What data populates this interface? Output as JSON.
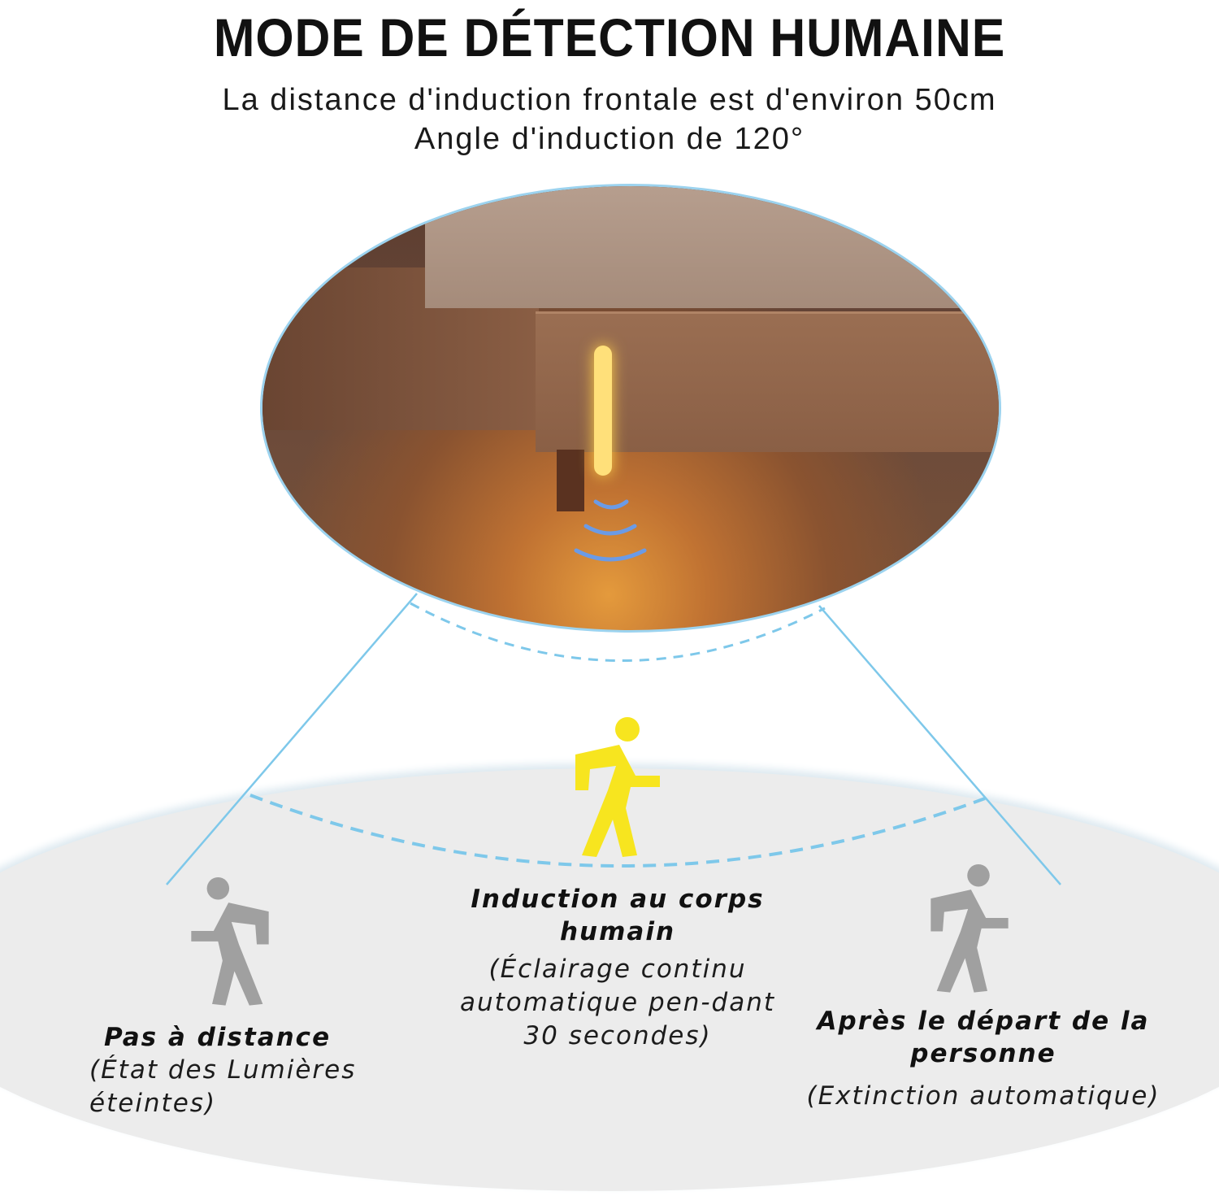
{
  "header": {
    "title": "MODE DE DÉTECTION HUMAINE",
    "subtitle_line1": "La distance d'induction frontale est d'environ 50cm",
    "subtitle_line2": "Angle d'induction de 120°"
  },
  "illustration": {
    "subject": "upholstered bed with sensor-activated LED light strip",
    "icons": [
      "bed-photo",
      "sensor-wave-icon",
      "detection-cone",
      "walking-person-icon"
    ]
  },
  "states": [
    {
      "title": "Pas à distance",
      "description": "(État des Lumières éteintes)",
      "figure_color": "#a0a0a0"
    },
    {
      "title": "Induction au corps humain",
      "description": "(Éclairage continu automatique pen-dant 30 secondes)",
      "figure_color": "#f7e51f"
    },
    {
      "title": "Après le départ de la personne",
      "description": "(Extinction automatique)",
      "figure_color": "#a0a0a0"
    }
  ],
  "colors": {
    "cone_line": "#7ec8ea",
    "sensor_wave": "#6b9be6",
    "floor": "#ececec",
    "active_person": "#f7e51f",
    "inactive_person": "#a0a0a0"
  }
}
